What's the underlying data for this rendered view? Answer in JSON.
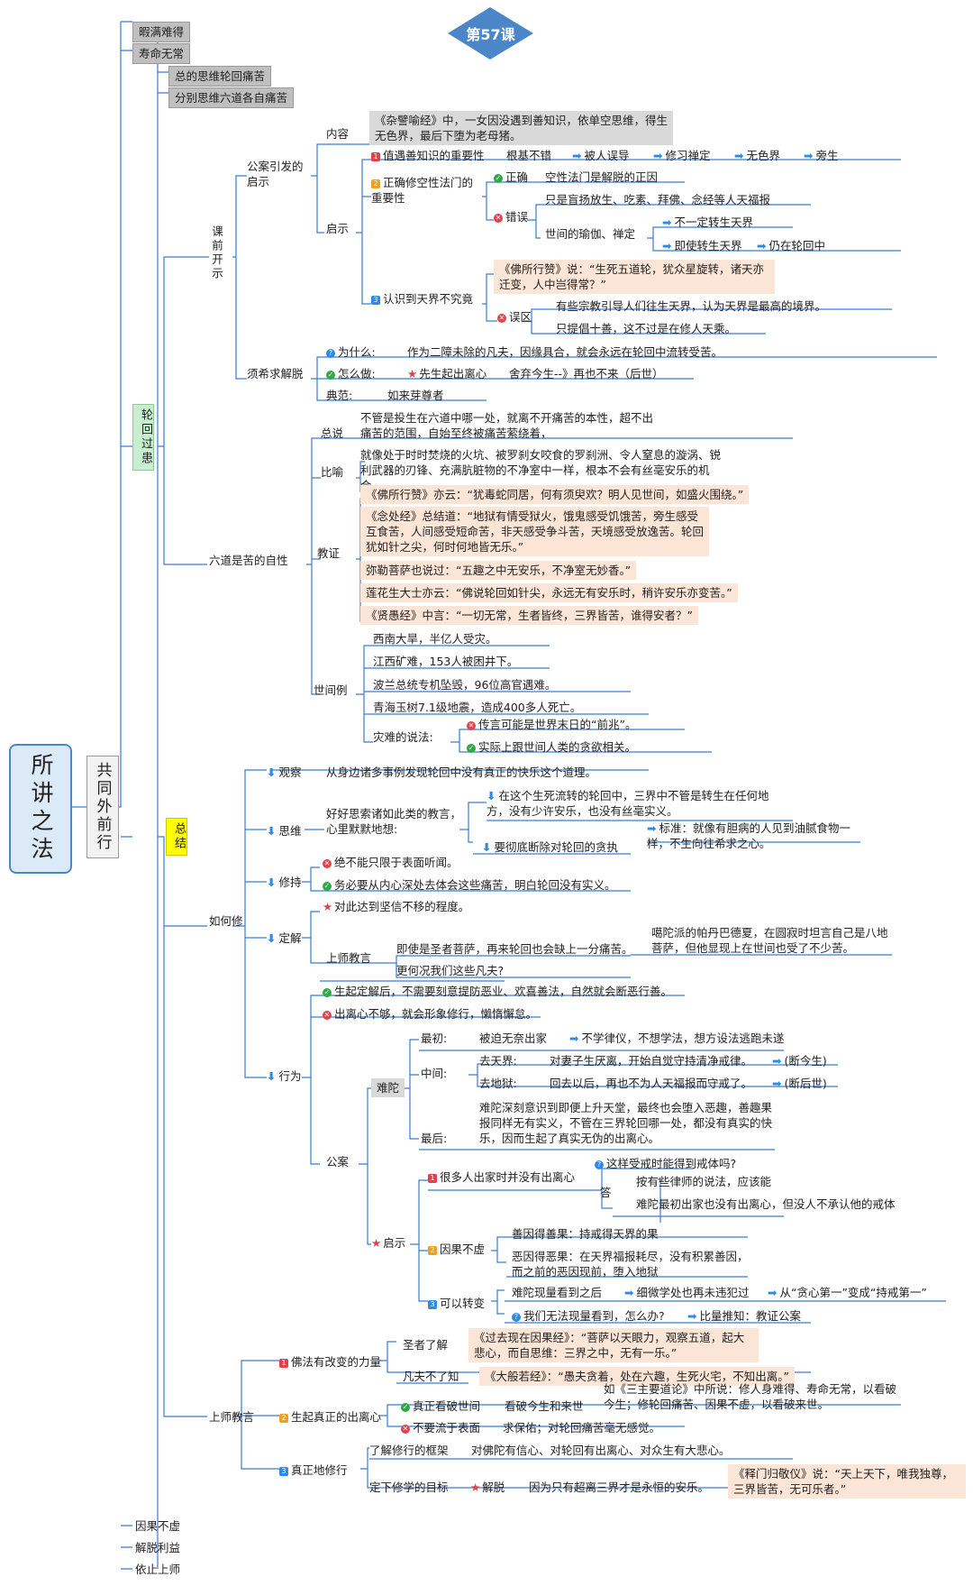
{
  "root": "所讲之法",
  "gongtong": "共同外前行",
  "lesson": "第57课",
  "colors": {
    "diamond": "#4a86c8",
    "line": "#3a7bd5",
    "peach": "#fbe5d6",
    "gray": "#d9d9d9"
  },
  "top": {
    "a": "暇满难得",
    "b": "寿命无常",
    "c": "总的思维轮回痛苦",
    "d": "分别思维六道各自痛苦"
  },
  "lunhui": "轮回过患",
  "zongjie": "总结",
  "kqks": {
    "title": "课前开示",
    "gongan": "公案引发的启示",
    "neirong": "内容",
    "story": "《杂譬喻经》中，一女因没遇到善知识，依单空思维，得生无色界，最后下堕为老母猪。",
    "qishi": "启示",
    "r1": [
      "值遇善知识的重要性",
      "根基不错",
      "被人误导",
      "修习禅定",
      "无色界",
      "旁生"
    ],
    "r2": {
      "title": "正确修空性法门的重要性",
      "ok": "正确",
      "okt": "空性法门是解脱的正因",
      "no": "错误",
      "not": "只是盲扬放生、吃素、拜佛、念经等人天福报",
      "yujia": "世间的瑜伽、禅定",
      "a1": "不一定转生天界",
      "a2": "即使转生天界",
      "a3": "仍在轮回中"
    },
    "r3": {
      "title": "认识到天界不究竟",
      "quote": "《佛所行赞》说：“生死五道轮，犹众星旋转，诸天亦迁变，人中岂得常？”",
      "wq": "误区",
      "w1": "有些宗教引导人们往生天界，认为天界是最高的境界。",
      "w2": "只提倡十善，这不过是在修人天乘。"
    },
    "xuxi": "须希求解脱",
    "why": "为什么:",
    "whyt": "作为二障未除的凡夫，因缘具合，就会永远在轮回中流转受苦。",
    "how": "怎么做:",
    "how1": "先生起出离心",
    "how2": "舍弃今生--》再也不来（后世）",
    "dian": "典范:",
    "diant": "如来芽尊者"
  },
  "liudao": {
    "title": "六道是苦的自性",
    "zs": "总说",
    "zst": "不管是投生在六道中哪一处，就离不开痛苦的本性，超不出痛苦的范围，自始至终被痛苦萦绕着，",
    "by": "比喻",
    "byt": "就像处于时时焚烧的火坑、被罗刹女咬食的罗刹洲、令人窒息的漩涡、锐利武器的刃锋、充满肮脏物的不净室中一样，根本不会有丝毫安乐的机会。",
    "jz": "教证",
    "j1": "《佛所行赞》亦云：“犹毒蛇同居，何有须臾欢？明人见世间，如盛火围绕。”",
    "j2": "《念处经》总结道：“地狱有情受狱火，饿鬼感受饥饿苦，旁生感受互食苦，人间感受短命苦，非天感受争斗苦，天境感受放逸苦。轮回犹如针之尖，何时何地皆无乐。”",
    "j3": "弥勒菩萨也说过：“五趣之中无安乐，不净室无妙香。”",
    "j4": "莲花生大士亦云：“佛说轮回如针尖，永远无有安乐时，稍许安乐亦变苦。”",
    "j5": "《贤愚经》中言：“一切无常，生者皆终，三界皆苦，谁得安者？”",
    "sj": "世间例",
    "s1": "西南大旱，半亿人受灾。",
    "s2": "江西矿难，153人被困井下。",
    "s3": "波兰总统专机坠毁，96位高官遇难。",
    "s4": "青海玉树7.1级地震，造成400多人死亡。",
    "s5": "灾难的说法:",
    "s5a": "传言可能是世界末日的“前兆”。",
    "s5b": "实际上跟世间人类的贪欲相关。"
  },
  "rhx": {
    "title": "如何修",
    "gc": "观察",
    "gct": "从身边诸多事例发现轮回中没有真正的快乐这个道理。",
    "sw": "思维",
    "swt": "好好思索诸如此类的教言，心里默默地想:",
    "sw1": "在这个生死流转的轮回中，三界中不管是转生在任何地方，没有少许安乐，也没有丝毫实义。",
    "sw2": "要彻底断除对轮回的贪执",
    "sw3": "标准：就像有胆病的人见到油腻食物一样，不生向往希求之心。",
    "xc": "修持",
    "xc1": "绝不能只限于表面听闻。",
    "xc2": "务必要从内心深处去体会这些痛苦，明白轮回没有实义。",
    "dj": "定解",
    "dj1": "对此达到坚信不移的程度。",
    "sj": "上师教言",
    "sj1": "即使是圣者菩萨，再来轮回也会缺上一分痛苦。",
    "sj2": "噶陀派的帕丹巴德夏，在圆寂时坦言自己是八地菩萨，但他显现上在世间也受了不少苦。",
    "sj3": "更何况我们这些凡夫?",
    "xw": "行为",
    "xw1": "生起定解后，不需要刻意提防恶业、欢喜善法，自然就会断恶行善。",
    "xw2": "出离心不够，就会形象修行，懒惰懈怠。",
    "ga": "公案",
    "nt": "难陀",
    "zc": "最初:",
    "zc1": "被迫无奈出家",
    "zc2": "不学律仪，不想学法，想方设法逃跑未遂",
    "zj": "中间:",
    "tj": "去天界:",
    "tj1": "对妻子生厌离，开始自觉守持清净戒律。",
    "tj2": "(断今生)",
    "dy": "去地狱:",
    "dy1": "回去以后，再也不为人天福报而守戒了。",
    "dy2": "(断后世)",
    "zh": "最后:",
    "zh1": "难陀深刻意识到即便上升天堂，最终也会堕入恶趣，善趣果报同样无有实义，不管在三界轮回哪一处，都没有真实的快乐，因而生起了真实无伪的出离心。",
    "qs": "启示",
    "q1": "很多人出家时并没有出离心",
    "q1q": "这样受戒时能得到戒体吗?",
    "da": "答",
    "da1": "按有些律师的说法，应该能",
    "da2": "难陀最初出家也没有出离心，但没人不承认他的戒体",
    "q2": "因果不虚",
    "q2a": "善因得善果：持戒得天界的果",
    "q2b": "恶因得恶果：在天界福报耗尽，没有积累善因，而之前的恶因现前，堕入地狱",
    "q3": "可以转变",
    "q3a": "难陀现量看到之后",
    "q3b": "细微学处也再未违犯过",
    "q3c": "从“贪心第一”变成“持戒第一”",
    "q3d": "我们无法现量看到，怎么办?",
    "q3e": "比量推知：教证公案"
  },
  "ssjy": {
    "title": "上师教言",
    "f1": "佛法有改变的力量",
    "f1a": "圣者了解",
    "f1aq": "《过去现在因果经》：“菩萨以天眼力，观察五道，起大悲心，而自思维：三界之中，无有一乐。”",
    "f1b": "凡夫不了知",
    "f1bq": "《大般若经》：“愚夫贪着，处在六趣，生死火宅，不知出离。”",
    "f2": "生起真正的出离心",
    "f2a": "真正看破世间",
    "f2a1": "看破今生和来世",
    "f2a2": "如《三主要道论》中所说：修人身难得、寿命无常，以看破今生；修轮回痛苦、因果不虚，以看破来世。",
    "f2b": "不要流于表面",
    "f2b1": "求保佑；对轮回痛苦毫无感觉。",
    "f3": "真正地修行",
    "f3a": "了解修行的框架",
    "f3a1": "对佛陀有信心、对轮回有出离心、对众生有大悲心。",
    "f3b": "定下修学的目标",
    "f3b1": "解脱",
    "f3b2": "因为只有超离三界才是永恒的安乐。",
    "f3bq": "《释门归敬仪》说：“天上天下，唯我独尊，三界皆苦，无可乐者。”"
  },
  "bottom": {
    "a": "因果不虚",
    "b": "解脱利益",
    "c": "依止上师"
  }
}
